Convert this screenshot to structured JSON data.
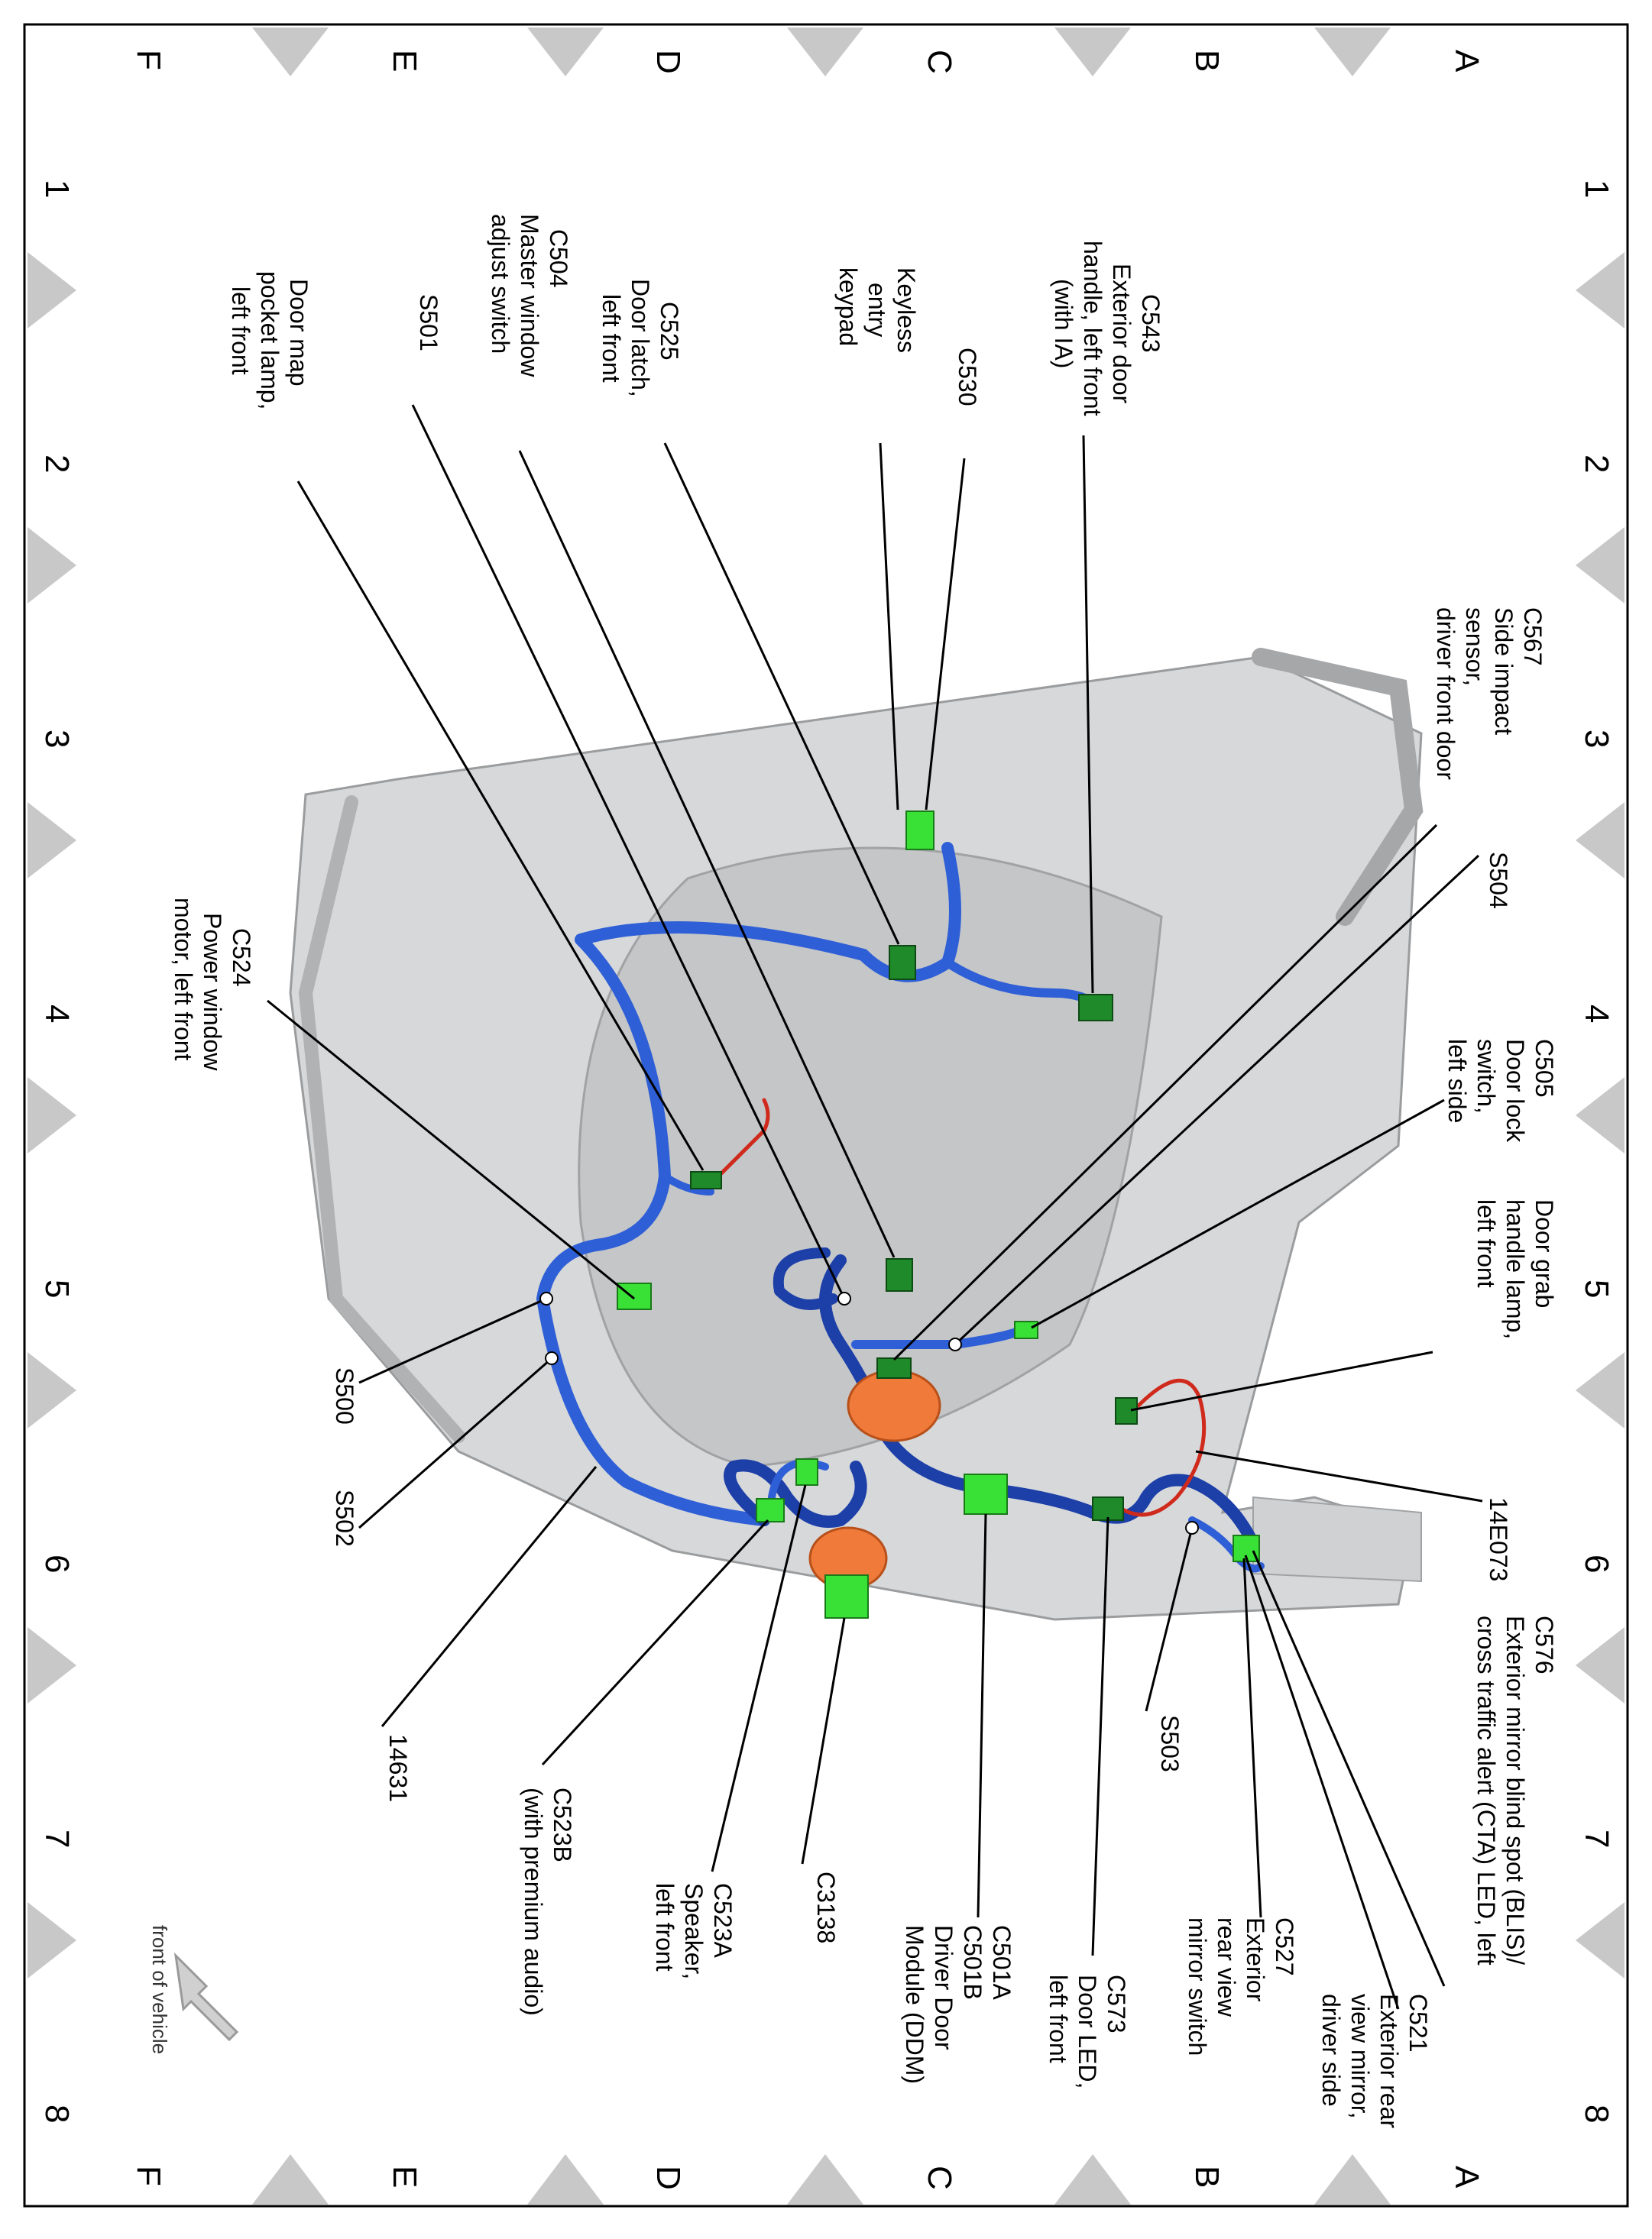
{
  "grid": {
    "numbers": [
      "1",
      "2",
      "3",
      "4",
      "5",
      "6",
      "7",
      "8"
    ],
    "letters": [
      "A",
      "B",
      "C",
      "D",
      "E",
      "F"
    ]
  },
  "orientation_note": "front of vehicle",
  "callouts": {
    "c543": [
      "C543",
      "Exterior door",
      "handle, left front",
      "(with IA)"
    ],
    "keyless": [
      "Keyless",
      "entry",
      "keypad"
    ],
    "c530": [
      "C530"
    ],
    "c525": [
      "C525",
      "Door latch,",
      "left front"
    ],
    "c504": [
      "C504",
      "Master window",
      "adjust switch"
    ],
    "s501": [
      "S501"
    ],
    "mapLamp": [
      "Door map",
      "pocket lamp,",
      "left front"
    ],
    "c567": [
      "C567",
      "Side impact",
      "sensor,",
      "driver front door"
    ],
    "s504": [
      "S504"
    ],
    "c505": [
      "C505",
      "Door lock",
      "switch,",
      "left side"
    ],
    "grabLamp": [
      "Door grab",
      "handle lamp,",
      "left front"
    ],
    "e14e073": [
      "14E073"
    ],
    "c576": [
      "C576",
      "Exterior mirror blind spot (BLIS)/",
      "cross traffic alert (CTA) LED, left"
    ],
    "c521": [
      "C521",
      "Exterior rear",
      "view mirror,",
      "driver side"
    ],
    "c527": [
      "C527",
      "Exterior",
      "rear view",
      "mirror switch"
    ],
    "s503": [
      "S503"
    ],
    "c573": [
      "C573",
      "Door LED,",
      "left front"
    ],
    "c501": [
      "C501A",
      "C501B",
      "Driver Door",
      "Module (DDM)"
    ],
    "c3138": [
      "C3138"
    ],
    "c523a": [
      "C523A",
      "Speaker,",
      "left front"
    ],
    "c523b": [
      "C523B",
      "(with premium audio)"
    ],
    "h14631": [
      "14631"
    ],
    "c524": [
      "C524",
      "Power window",
      "motor, left front"
    ],
    "s500": [
      "S500"
    ],
    "s502": [
      "S502"
    ]
  },
  "colors": {
    "harness_blue": "#2f5fd6",
    "harness_dark_blue": "#1c3fa8",
    "harness_red": "#d02a1c",
    "connector_green": "#39e036",
    "connector_dark_green": "#1f8a2a",
    "grommet_orange": "#f07a3a",
    "panel_gray": "#d6d8da",
    "marker_gray": "#c8c8c8"
  }
}
